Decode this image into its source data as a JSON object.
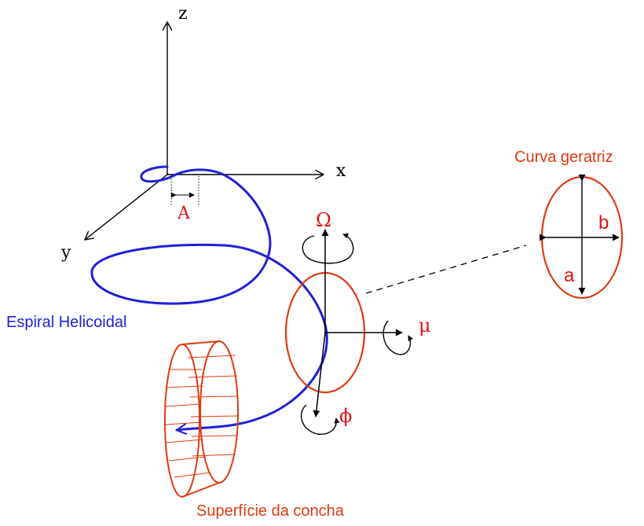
{
  "axes": {
    "x_label": "x",
    "y_label": "y",
    "z_label": "z"
  },
  "labels": {
    "amplitude": "A",
    "omega": "Ω",
    "mu": "μ",
    "phi": "ϕ",
    "semi_axis_a": "a",
    "semi_axis_b": "b",
    "generating_curve": "Curva geratriz",
    "helical_spiral": "Espiral Helicoidal",
    "shell_surface": "Superfície da concha"
  },
  "colors": {
    "axis": "#000000",
    "spiral": "#1f1fd6",
    "shell": "#e03a12",
    "label_red": "#e01212",
    "label_blue": "#1f1fd6"
  }
}
